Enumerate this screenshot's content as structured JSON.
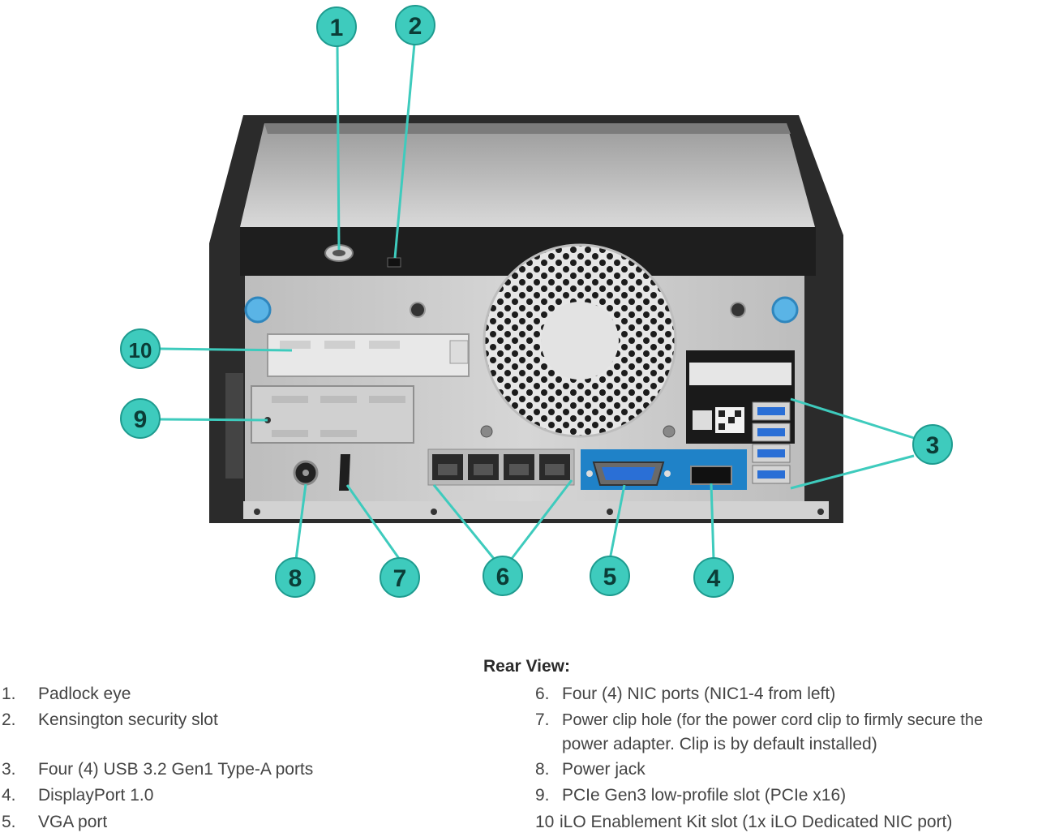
{
  "callouts": [
    "1",
    "2",
    "3",
    "4",
    "5",
    "6",
    "7",
    "8",
    "9",
    "10"
  ],
  "colors": {
    "callout_fill": "#3ecbbd",
    "callout_stroke": "#1e9b8f",
    "leader_line": "#3ecbbd",
    "chassis": "#2b2b2b",
    "panel": "#c9c9c9",
    "vga_highlight": "#1f82c8",
    "usb_blue": "#2a6fd6",
    "thumbscrew": "#5ab4e6"
  },
  "legend": {
    "title": "Rear View:",
    "left": [
      {
        "num": "1.",
        "text": "Padlock eye"
      },
      {
        "num": "2.",
        "text": "Kensington security slot"
      },
      {
        "num": "3.",
        "text": "Four (4) USB 3.2 Gen1 Type-A ports"
      },
      {
        "num": "4.",
        "text": "DisplayPort 1.0"
      },
      {
        "num": "5.",
        "text": "VGA port"
      }
    ],
    "right": [
      {
        "num": "6.",
        "text": "Four (4) NIC ports (NIC1-4 from left)"
      },
      {
        "num": "7.",
        "text": "Power clip hole (for the power cord clip to firmly secure the",
        "text2": "power adapter. Clip is by default installed)"
      },
      {
        "num": "8.",
        "text": "Power jack"
      },
      {
        "num": "9.",
        "text": "PCIe Gen3 low-profile slot (PCIe x16)"
      },
      {
        "num": "10",
        "text": "iLO Enablement Kit slot (1x iLO Dedicated NIC port)"
      }
    ]
  }
}
